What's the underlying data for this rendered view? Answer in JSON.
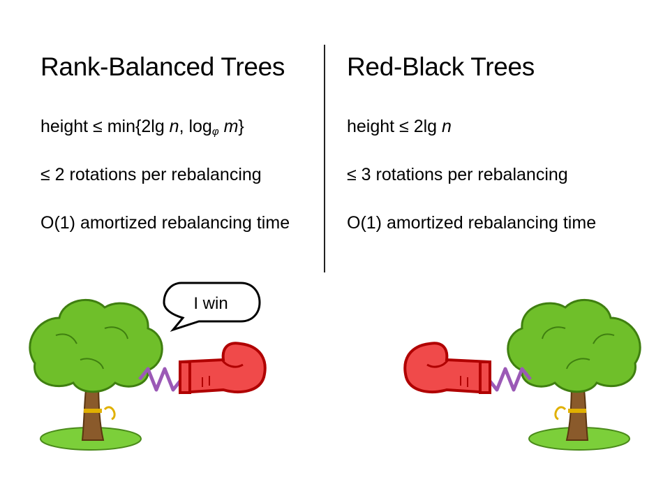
{
  "left": {
    "title": "Rank-Balanced Trees",
    "height_prefix": "height ≤ min{2lg ",
    "height_n": "n",
    "height_mid": ", log",
    "height_sub": "φ",
    "height_m": " m",
    "height_suffix": "}",
    "rotations": "≤ 2 rotations per rebalancing",
    "amortized": "O(1) amortized rebalancing time"
  },
  "right": {
    "title": "Red-Black Trees",
    "height_prefix": "height ≤ 2lg ",
    "height_n": "n",
    "rotations": "≤ 3 rotations per rebalancing",
    "amortized": "O(1) amortized rebalancing time"
  },
  "speech_bubble": {
    "text": "I win"
  },
  "colors": {
    "foliage": "#6fbf2a",
    "foliage_dark": "#3f7f10",
    "trunk": "#8a5a2b",
    "glove": "#f04a4a",
    "glove_outline": "#b00000",
    "spring": "#9b59b6",
    "ground": "#7ccf3a"
  },
  "icons": [
    "tree-icon",
    "boxing-glove-icon",
    "spring-icon",
    "speech-bubble-icon"
  ]
}
